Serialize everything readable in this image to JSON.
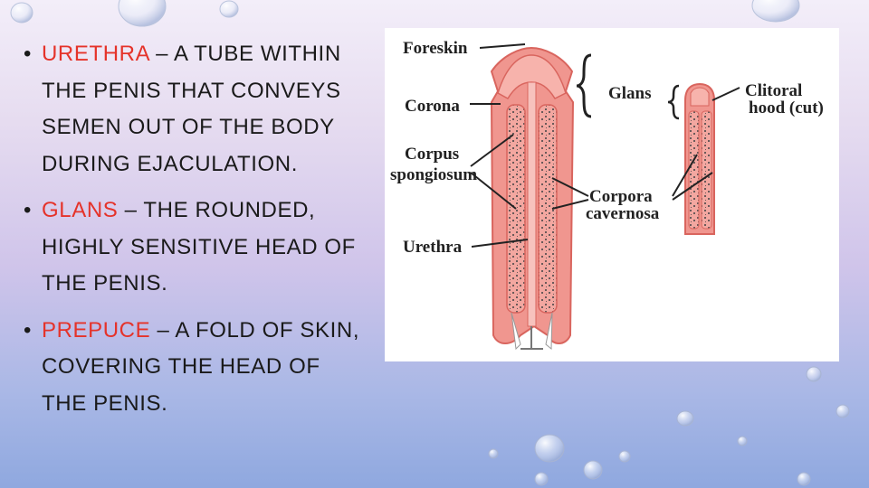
{
  "slide": {
    "bullet_symbol": "•",
    "bullets": [
      {
        "term": "URETHRA",
        "rest": " – A TUBE WITHIN THE PENIS THAT CONVEYS SEMEN OUT OF THE BODY DURING EJACULATION."
      },
      {
        "term": "GLANS",
        "rest": " – THE ROUNDED, HIGHLY SENSITIVE HEAD OF THE PENIS."
      },
      {
        "term": "PREPUCE",
        "rest": " – A FOLD OF SKIN, COVERING THE HEAD OF THE PENIS."
      }
    ],
    "term_color": "#e5332a"
  },
  "diagram": {
    "labels": {
      "foreskin": "Foreskin",
      "glans": "Glans",
      "corona": "Corona",
      "corpus_1": "Corpus",
      "corpus_2": "spongiosum",
      "corpora_1": "Corpora",
      "corpora_2": "cavernosa",
      "urethra": "Urethra",
      "clitoral_1": "Clitoral",
      "clitoral_2": "hood (cut)"
    },
    "colors": {
      "tissue": "#f0968f",
      "tissue_dark": "#d9655e",
      "texture": "#6b5a5a"
    }
  }
}
